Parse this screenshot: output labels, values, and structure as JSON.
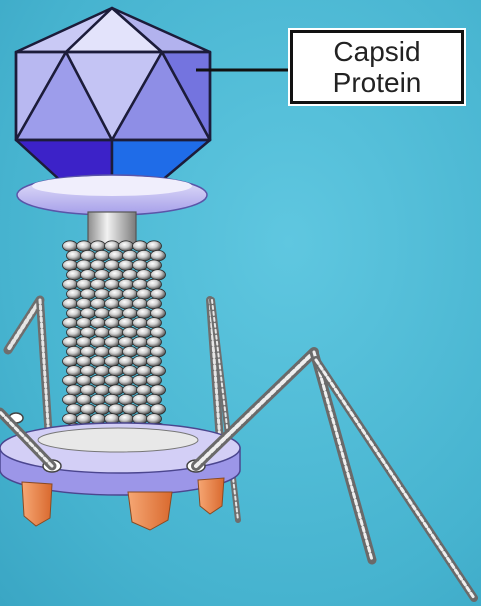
{
  "callout": {
    "line1": "Capsid",
    "line2": "Protein"
  },
  "colors": {
    "background": "#4cb8d4",
    "capsid_light": "#b9b9f2",
    "capsid_dark": "#3b2fd6",
    "collar": "#bdb7f0",
    "base_plate": "#a8a2ee",
    "tail_pins": "#f08a4b",
    "sheath_rings": "#3a3a3a",
    "tail_fibers": "#9a9a9a"
  },
  "icons": {
    "capsid": "icosahedron-head",
    "tail": "helical-tail-sheath",
    "fibers": "tail-fibers"
  }
}
